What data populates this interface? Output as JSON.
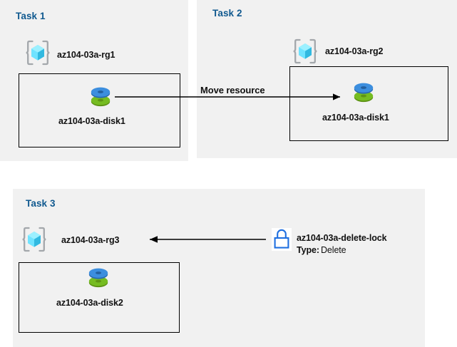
{
  "diagram": {
    "title": "Azure resource group task diagram",
    "colors": {
      "panel_background": "#f1f1f1",
      "page_background": "#ffffff",
      "task_title": "#10598f",
      "box_border": "#000000",
      "connector": "#000000",
      "disk_top": "#3c8ede",
      "disk_bottom": "#76bc21",
      "resource_group_cube": "#50e6ff",
      "resource_group_bracket": "#a0a4a8",
      "lock_outline": "#1f6fe0"
    }
  },
  "tasks": [
    {
      "id": "task1",
      "title": "Task 1",
      "resource_group": {
        "icon": "resource-group-icon",
        "label": "az104-03a-rg1"
      },
      "resource": {
        "icon": "managed-disk-icon",
        "label": "az104-03a-disk1"
      }
    },
    {
      "id": "task2",
      "title": "Task 2",
      "resource_group": {
        "icon": "resource-group-icon",
        "label": "az104-03a-rg2"
      },
      "resource": {
        "icon": "managed-disk-icon",
        "label": "az104-03a-disk1"
      }
    },
    {
      "id": "task3",
      "title": "Task 3",
      "resource_group": {
        "icon": "resource-group-icon",
        "label": "az104-03a-rg3"
      },
      "resource": {
        "icon": "managed-disk-icon",
        "label": "az104-03a-disk2"
      },
      "lock": {
        "icon": "lock-icon",
        "label": "az104-03a-delete-lock",
        "type_key": "Type:",
        "type_value": "Delete"
      }
    }
  ],
  "connectors": [
    {
      "id": "move-resource",
      "label": "Move resource",
      "from": "task1-disk",
      "to": "task2-disk",
      "direction": "right"
    },
    {
      "id": "lock-applies-to",
      "label": "",
      "from": "task3-lock",
      "to": "task3-resource-group",
      "direction": "left"
    }
  ]
}
